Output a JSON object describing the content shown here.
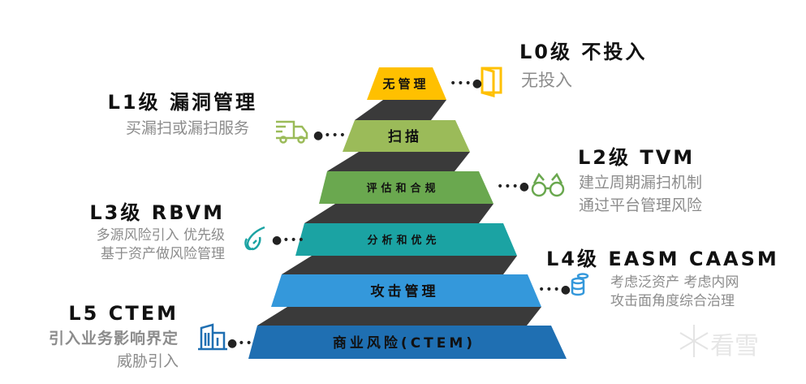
{
  "levels": [
    {
      "label": "无管理",
      "color": "#FFC000"
    },
    {
      "label": "扫描",
      "color": "#9BBB59"
    },
    {
      "label": "评估和合规",
      "color": "#6AA84F"
    },
    {
      "label": "分析和优先",
      "color": "#1BA3A3"
    },
    {
      "label": "攻击管理",
      "color": "#3498DB"
    },
    {
      "label": "商业风险(CTEM)",
      "color": "#1F6FB2"
    }
  ],
  "annotations": [
    {
      "title": "L0级 不投入",
      "lines": [
        "无投入"
      ],
      "icon": "folder-icon"
    },
    {
      "title": "L1级 漏洞管理",
      "lines": [
        "买漏扫或漏扫服务"
      ],
      "icon": "truck-icon"
    },
    {
      "title": "L2级 TVM",
      "lines": [
        "建立周期漏扫机制",
        "通过平台管理风险"
      ],
      "icon": "binoculars-icon"
    },
    {
      "title": "L3级 RBVM",
      "lines": [
        "多源风险引入 优先级",
        "基于资产做风险管理"
      ],
      "icon": "hand-icon"
    },
    {
      "title": "L4级 EASM CAASM",
      "lines": [
        "考虑泛资产 考虑内网",
        "攻击面角度综合治理"
      ],
      "icon": "database-icon"
    },
    {
      "title": "L5 CTEM",
      "lines": [
        "引入业务影响界定",
        "威胁引入"
      ],
      "icon": "building-icon"
    }
  ],
  "watermark": "看雪"
}
